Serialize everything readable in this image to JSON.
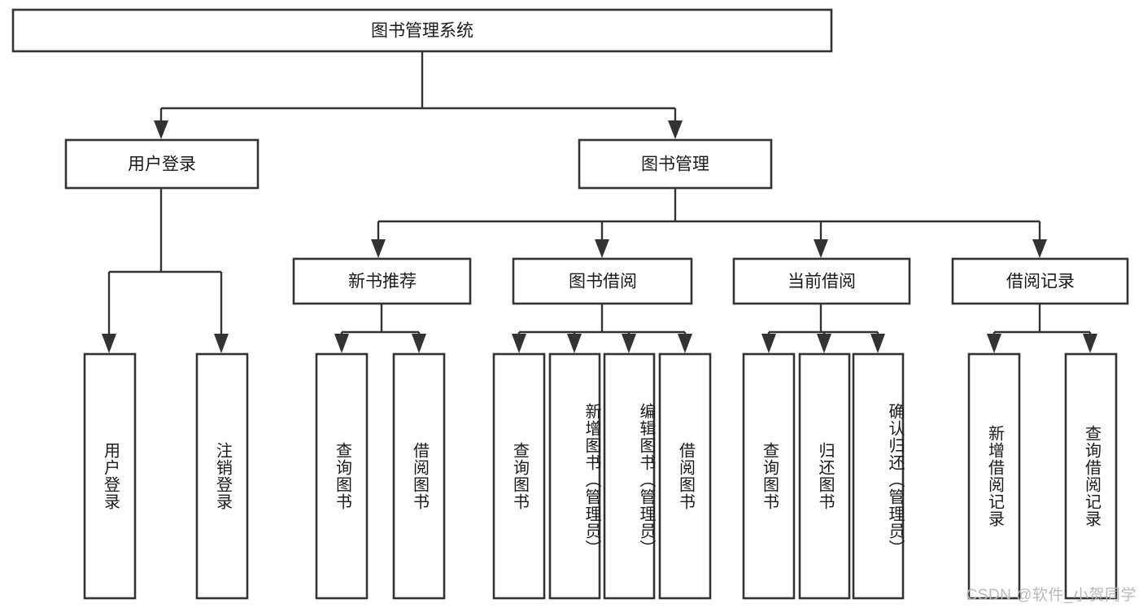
{
  "diagram": {
    "type": "tree",
    "title": "图书管理系统",
    "watermark": "CSDN @软件_小贺同学",
    "nodes": {
      "root": {
        "label": "图书管理系统",
        "level": 1,
        "orientation": "horizontal"
      },
      "user_login": {
        "label": "用户登录",
        "level": 2,
        "orientation": "horizontal"
      },
      "book_manage": {
        "label": "图书管理",
        "level": 2,
        "orientation": "horizontal"
      },
      "new_book_rec": {
        "label": "新书推荐",
        "level": 3,
        "orientation": "horizontal"
      },
      "book_borrow": {
        "label": "图书借阅",
        "level": 3,
        "orientation": "horizontal"
      },
      "current_borrow": {
        "label": "当前借阅",
        "level": 3,
        "orientation": "horizontal"
      },
      "borrow_record": {
        "label": "借阅记录",
        "level": 3,
        "orientation": "horizontal"
      },
      "leaf_user_login": {
        "label": "用户登录",
        "level": 4,
        "orientation": "vertical"
      },
      "leaf_logout": {
        "label": "注销登录",
        "level": 4,
        "orientation": "vertical"
      },
      "leaf_query_book_1": {
        "label": "查询图书",
        "level": 4,
        "orientation": "vertical"
      },
      "leaf_borrow_book_1": {
        "label": "借阅图书",
        "level": 4,
        "orientation": "vertical"
      },
      "leaf_query_book_2": {
        "label": "查询图书",
        "level": 4,
        "orientation": "vertical"
      },
      "leaf_add_book": {
        "label": "新增图书（管理员）",
        "level": 4,
        "orientation": "vertical"
      },
      "leaf_edit_book": {
        "label": "编辑图书（管理员）",
        "level": 4,
        "orientation": "vertical"
      },
      "leaf_borrow_book_2": {
        "label": "借阅图书",
        "level": 4,
        "orientation": "vertical"
      },
      "leaf_query_book_3": {
        "label": "查询图书",
        "level": 4,
        "orientation": "vertical"
      },
      "leaf_return_book": {
        "label": "归还图书",
        "level": 4,
        "orientation": "vertical"
      },
      "leaf_confirm_return": {
        "label": "确认归还（管理员）",
        "level": 4,
        "orientation": "vertical"
      },
      "leaf_add_record": {
        "label": "新增借阅记录",
        "level": 4,
        "orientation": "vertical"
      },
      "leaf_query_record": {
        "label": "查询借阅记录",
        "level": 4,
        "orientation": "vertical"
      }
    },
    "edges": [
      {
        "from": "root",
        "to": "user_login"
      },
      {
        "from": "root",
        "to": "book_manage"
      },
      {
        "from": "user_login",
        "to": "leaf_user_login"
      },
      {
        "from": "user_login",
        "to": "leaf_logout"
      },
      {
        "from": "book_manage",
        "to": "new_book_rec"
      },
      {
        "from": "book_manage",
        "to": "book_borrow"
      },
      {
        "from": "book_manage",
        "to": "current_borrow"
      },
      {
        "from": "book_manage",
        "to": "borrow_record"
      },
      {
        "from": "new_book_rec",
        "to": "leaf_query_book_1"
      },
      {
        "from": "new_book_rec",
        "to": "leaf_borrow_book_1"
      },
      {
        "from": "book_borrow",
        "to": "leaf_query_book_2"
      },
      {
        "from": "book_borrow",
        "to": "leaf_add_book"
      },
      {
        "from": "book_borrow",
        "to": "leaf_edit_book"
      },
      {
        "from": "book_borrow",
        "to": "leaf_borrow_book_2"
      },
      {
        "from": "current_borrow",
        "to": "leaf_query_book_3"
      },
      {
        "from": "current_borrow",
        "to": "leaf_return_book"
      },
      {
        "from": "current_borrow",
        "to": "leaf_confirm_return"
      },
      {
        "from": "borrow_record",
        "to": "leaf_add_record"
      },
      {
        "from": "borrow_record",
        "to": "leaf_query_record"
      }
    ],
    "colors": {
      "box_stroke": "#333333",
      "box_fill": "#ffffff",
      "text": "#1a1a1a",
      "watermark": "#b9b9b9",
      "background": "#ffffff"
    }
  }
}
